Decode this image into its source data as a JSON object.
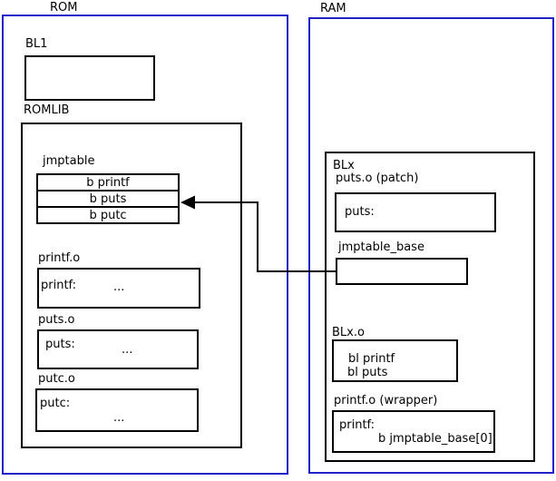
{
  "rom": {
    "title": "ROM",
    "bl1": {
      "label": "BL1"
    },
    "romlib": {
      "label": "ROMLIB",
      "jmptable": {
        "label": "jmptable",
        "rows": [
          "b printf",
          "b puts",
          "b putc"
        ]
      },
      "objects": [
        {
          "label": "printf.o",
          "symbol": "printf:",
          "body": "..."
        },
        {
          "label": "puts.o",
          "symbol": "puts:",
          "body": "..."
        },
        {
          "label": "putc.o",
          "symbol": "putc:",
          "body": "..."
        }
      ]
    }
  },
  "ram": {
    "title": "RAM",
    "blx": {
      "label": "BLx",
      "puts_patch": {
        "label": "puts.o (patch)",
        "symbol": "puts:"
      },
      "jmptable_base": {
        "label": "jmptable_base"
      },
      "blx_o": {
        "label": "BLx.o",
        "instructions": [
          "bl printf",
          "bl puts"
        ]
      },
      "printf_wrapper": {
        "label": "printf.o (wrapper)",
        "symbol": "printf:",
        "instruction": "b jmptable_base[0]"
      }
    }
  },
  "colors": {
    "frame_blue": "#2222cc",
    "line_black": "#000000"
  }
}
